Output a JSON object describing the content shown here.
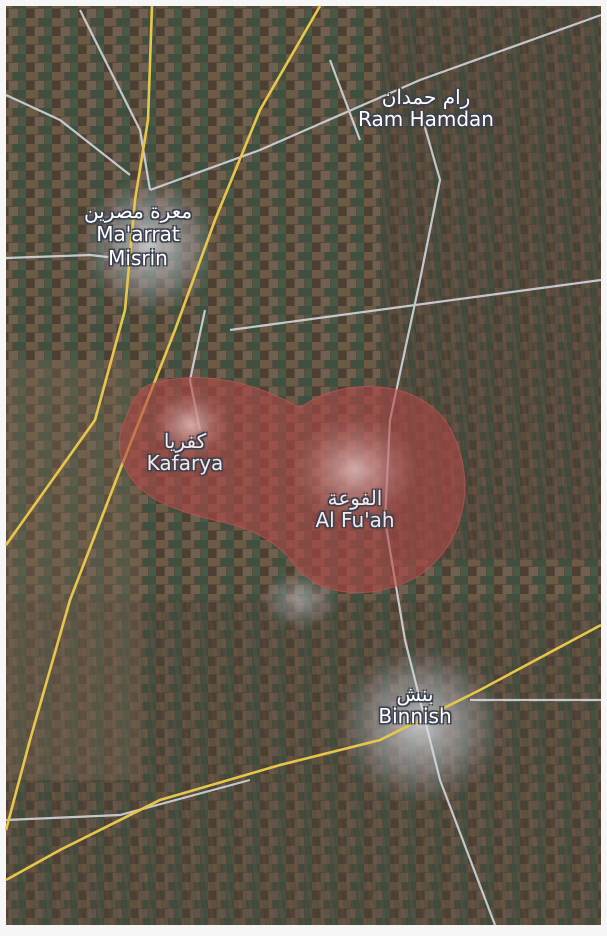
{
  "map": {
    "type": "satellite",
    "highlight_color": "#b04848",
    "road_major_color": "#e8c64a",
    "road_minor_color": "#d8dde4",
    "border_color": "#f4f4f4"
  },
  "places": [
    {
      "id": "ram-hamdan",
      "arabic": "رام حمدان",
      "english": "Ram Hamdan"
    },
    {
      "id": "maarrat-misrin",
      "arabic": "معرة مصرين",
      "english": "Ma'arrat Misrin"
    },
    {
      "id": "kafarya",
      "arabic": "كفريا",
      "english": "Kafarya"
    },
    {
      "id": "al-fuah",
      "arabic": "الفوعة",
      "english": "Al Fu'ah"
    },
    {
      "id": "binnish",
      "arabic": "بنش",
      "english": "Binnish"
    }
  ]
}
